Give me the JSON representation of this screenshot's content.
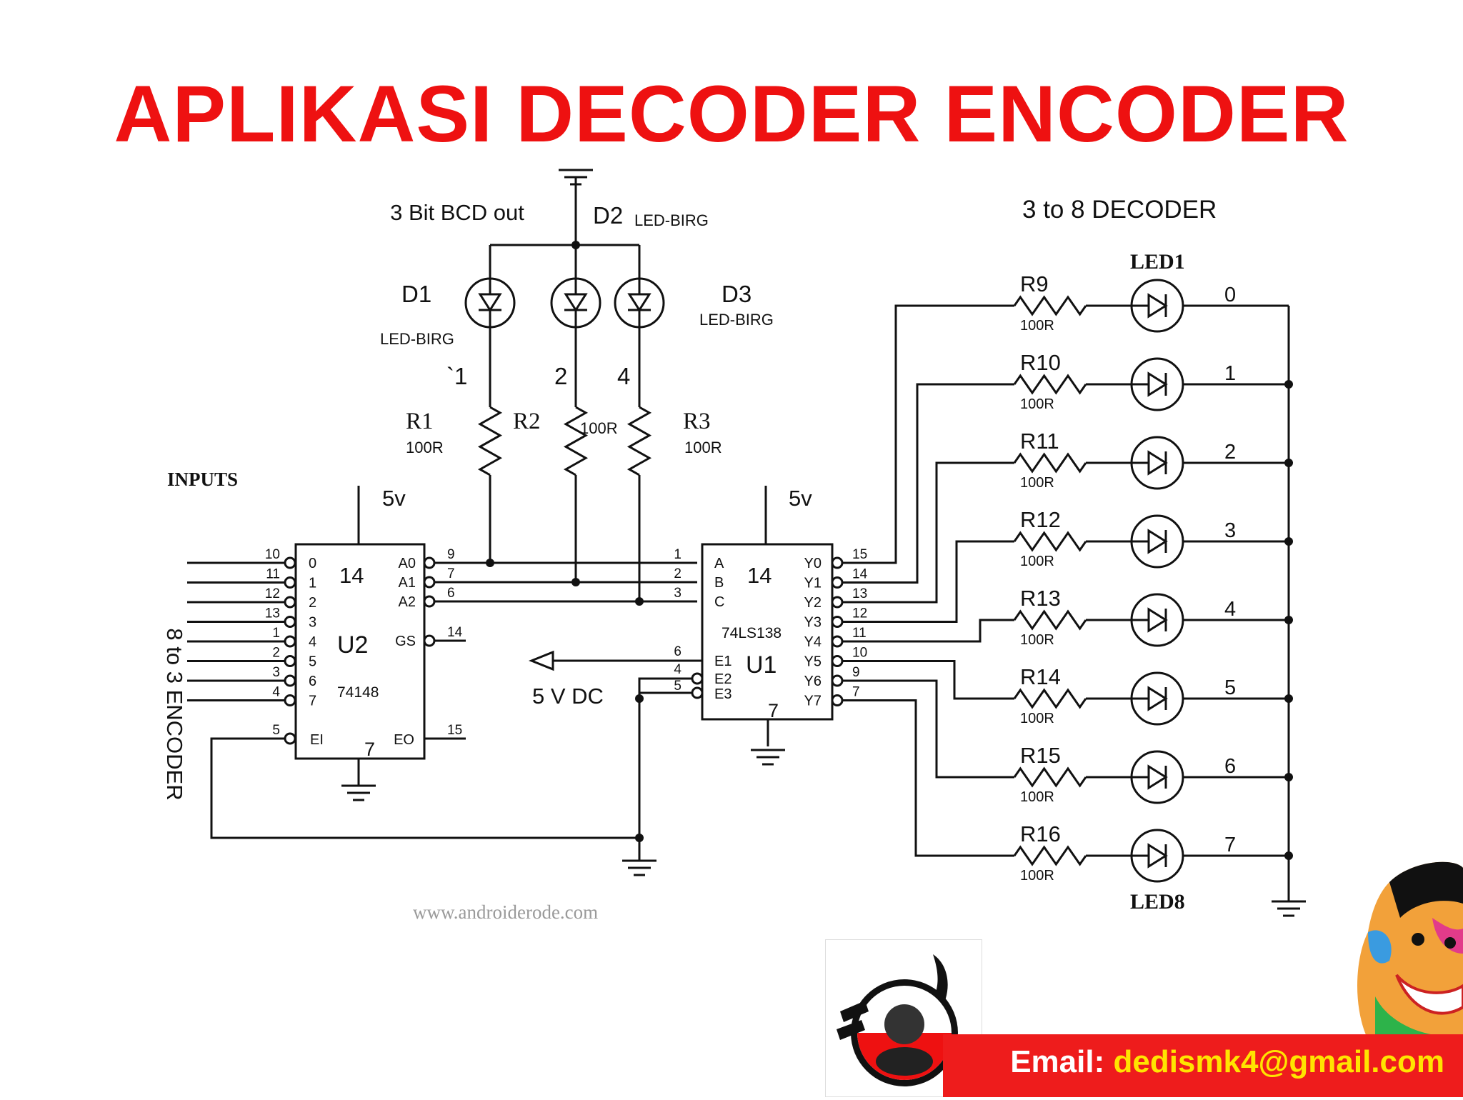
{
  "title": "APLIKASI DECODER ENCODER",
  "footer": {
    "email_label": "Email:",
    "email_address": "dedismk4@gmail.com"
  },
  "schematic": {
    "labels": {
      "bcd_out": "3 Bit BCD out",
      "d2": "D2",
      "d2_type": "LED-BIRG",
      "d1": "D1",
      "d1_type": "LED-BIRG",
      "d3": "D3",
      "d3_type": "LED-BIRG",
      "bcd_weight_1": "`1",
      "bcd_weight_2": "2",
      "bcd_weight_4": "4",
      "r1": "R1",
      "r1_value": "100R",
      "r2": "R2",
      "r2_value": "100R",
      "r3": "R3",
      "r3_value": "100R",
      "inputs": "INPUTS",
      "encoder_side": "8 to 3 ENCODER",
      "decoder_title": "3  to 8 DECODER",
      "led1": "LED1",
      "led8": "LED8",
      "u2_vcc": "5v",
      "u1_vcc": "5v",
      "dc_label": "5 V DC",
      "watermark": "www.androiderode.com"
    },
    "u2": {
      "name": "U2",
      "part": "74148",
      "vcc_pin": "14",
      "gnd_pin": "7",
      "inputs": [
        {
          "pin": "10",
          "label": "0"
        },
        {
          "pin": "11",
          "label": "1"
        },
        {
          "pin": "12",
          "label": "2"
        },
        {
          "pin": "13",
          "label": "3"
        },
        {
          "pin": "1",
          "label": "4"
        },
        {
          "pin": "2",
          "label": "5"
        },
        {
          "pin": "3",
          "label": "6"
        },
        {
          "pin": "4",
          "label": "7"
        }
      ],
      "outputs": [
        {
          "pin": "9",
          "label": "A0"
        },
        {
          "pin": "7",
          "label": "A1"
        },
        {
          "pin": "6",
          "label": "A2"
        }
      ],
      "gs": {
        "pin": "14",
        "label": "GS"
      },
      "ei": {
        "pin": "5",
        "label": "EI"
      },
      "eo": {
        "pin": "15",
        "label": "EO"
      }
    },
    "u1": {
      "name": "U1",
      "part": "74LS138",
      "vcc_pin": "14",
      "gnd_pin": "7",
      "inputs": [
        {
          "pin": "1",
          "label": "A"
        },
        {
          "pin": "2",
          "label": "B"
        },
        {
          "pin": "3",
          "label": "C"
        }
      ],
      "enables": [
        {
          "pin": "6",
          "label": "E1"
        },
        {
          "pin": "4",
          "label": "E2"
        },
        {
          "pin": "5",
          "label": "E3"
        }
      ],
      "outputs": [
        {
          "pin": "15",
          "label": "Y0"
        },
        {
          "pin": "14",
          "label": "Y1"
        },
        {
          "pin": "13",
          "label": "Y2"
        },
        {
          "pin": "12",
          "label": "Y3"
        },
        {
          "pin": "11",
          "label": "Y4"
        },
        {
          "pin": "10",
          "label": "Y5"
        },
        {
          "pin": "9",
          "label": "Y6"
        },
        {
          "pin": "7",
          "label": "Y7"
        }
      ]
    },
    "decoder_outputs": [
      {
        "resistor": "R9",
        "value": "100R",
        "digit": "0"
      },
      {
        "resistor": "R10",
        "value": "100R",
        "digit": "1"
      },
      {
        "resistor": "R11",
        "value": "100R",
        "digit": "2"
      },
      {
        "resistor": "R12",
        "value": "100R",
        "digit": "3"
      },
      {
        "resistor": "R13",
        "value": "100R",
        "digit": "4"
      },
      {
        "resistor": "R14",
        "value": "100R",
        "digit": "5"
      },
      {
        "resistor": "R15",
        "value": "100R",
        "digit": "6"
      },
      {
        "resistor": "R16",
        "value": "100R",
        "digit": "7"
      }
    ]
  }
}
